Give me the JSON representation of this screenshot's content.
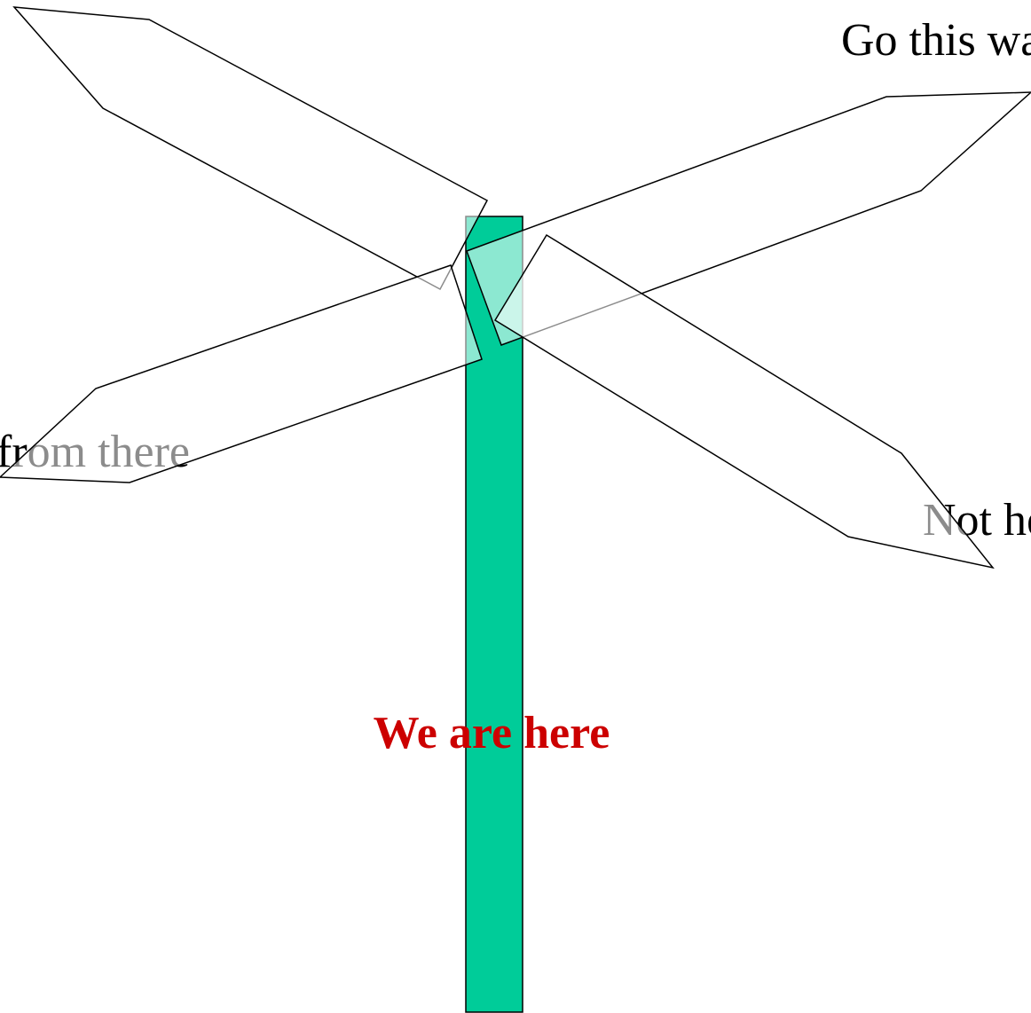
{
  "colors": {
    "pole_fill": "#00cc99",
    "outline": "#000000",
    "here_text": "#cc0000",
    "background": "#ffffff"
  },
  "signs": {
    "top_right": "Go this way",
    "left": "from there",
    "right": "Not here"
  },
  "pole_label": "We are here"
}
